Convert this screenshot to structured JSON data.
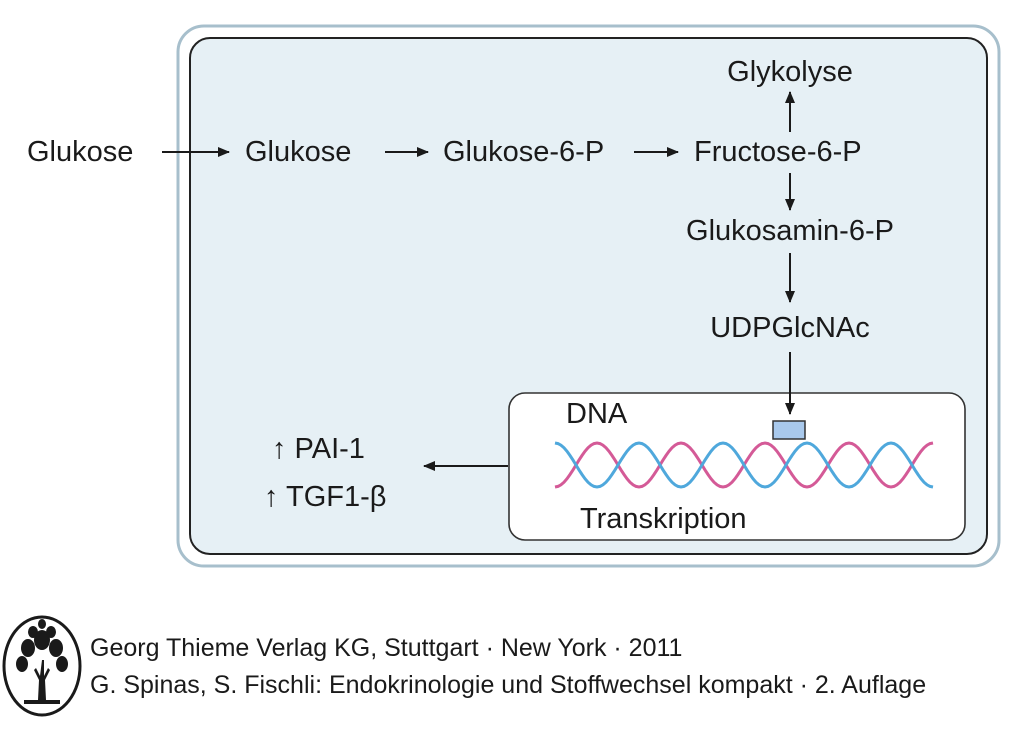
{
  "diagram": {
    "extracellular_glucose": "Glukose",
    "intracellular_glucose": "Glukose",
    "glucose_6p": "Glukose-6-P",
    "fructose_6p": "Fructose-6-P",
    "glycolysis": "Glykolyse",
    "glucosamine_6p": "Glukosamin-6-P",
    "udpglcnac": "UDPGlcNAc",
    "dna": "DNA",
    "transcription": "Transkription",
    "products": [
      "↑ PAI-1",
      "↑ TGF1-β"
    ]
  },
  "colors": {
    "cell_fill": "#e6f0f5",
    "cell_border": "#a7bfcc",
    "dna_strand_pink": "#d45a97",
    "dna_strand_blue": "#4fa8dc",
    "binding_box": "#a9c9ec"
  },
  "footer": {
    "publisher_line": "Georg Thieme Verlag KG, Stuttgart · New York · 2011",
    "book_line": "G. Spinas, S. Fischli: Endokrinologie und Stoffwechsel kompakt · 2. Auflage",
    "logo": "thieme-tree-logo"
  }
}
